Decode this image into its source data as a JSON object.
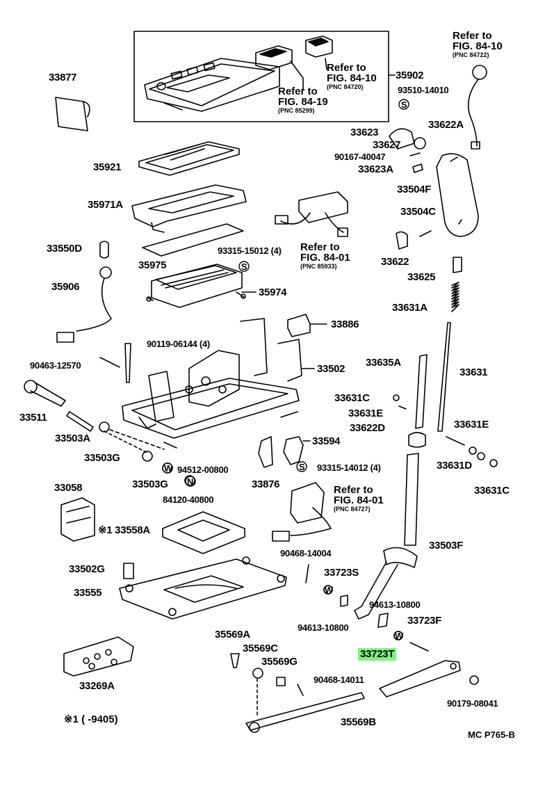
{
  "colors": {
    "highlight": "#7ef57e",
    "line": "#000000"
  },
  "parts": [
    {
      "id": "33877",
      "label": "33877"
    },
    {
      "id": "35902",
      "label": "35902"
    },
    {
      "id": "93510-14010",
      "label": "93510-14010"
    },
    {
      "id": "33623",
      "label": "33623"
    },
    {
      "id": "33622A",
      "label": "33622A"
    },
    {
      "id": "33627",
      "label": "33627"
    },
    {
      "id": "90167-40047",
      "label": "90167-40047"
    },
    {
      "id": "33623A",
      "label": "33623A"
    },
    {
      "id": "35921",
      "label": "35921"
    },
    {
      "id": "35971A",
      "label": "35971A"
    },
    {
      "id": "33504F",
      "label": "33504F"
    },
    {
      "id": "33504C",
      "label": "33504C"
    },
    {
      "id": "33550D",
      "label": "33550D"
    },
    {
      "id": "93315-15012",
      "label": "93315-15012 (4)"
    },
    {
      "id": "33622",
      "label": "33622"
    },
    {
      "id": "35975",
      "label": "35975"
    },
    {
      "id": "35906",
      "label": "35906"
    },
    {
      "id": "35974",
      "label": "35974"
    },
    {
      "id": "33625",
      "label": "33625"
    },
    {
      "id": "33631A",
      "label": "33631A"
    },
    {
      "id": "33886",
      "label": "33886"
    },
    {
      "id": "90119-06144",
      "label": "90119-06144 (4)"
    },
    {
      "id": "90463-12570",
      "label": "90463-12570"
    },
    {
      "id": "33502",
      "label": "33502"
    },
    {
      "id": "33635A",
      "label": "33635A"
    },
    {
      "id": "33631",
      "label": "33631"
    },
    {
      "id": "33511",
      "label": "33511"
    },
    {
      "id": "33631C-top",
      "label": "33631C"
    },
    {
      "id": "33631E-left",
      "label": "33631E"
    },
    {
      "id": "33503A",
      "label": "33503A"
    },
    {
      "id": "33622D",
      "label": "33622D"
    },
    {
      "id": "33631E-right",
      "label": "33631E"
    },
    {
      "id": "33594",
      "label": "33594"
    },
    {
      "id": "33503G-left",
      "label": "33503G"
    },
    {
      "id": "93315-14012",
      "label": "93315-14012 (4)"
    },
    {
      "id": "33631D",
      "label": "33631D"
    },
    {
      "id": "94512-00800",
      "label": "94512-00800"
    },
    {
      "id": "33503G-bottom",
      "label": "33503G"
    },
    {
      "id": "33876",
      "label": "33876"
    },
    {
      "id": "33631C-bottom",
      "label": "33631C"
    },
    {
      "id": "84120-40800",
      "label": "84120-40800"
    },
    {
      "id": "33058",
      "label": "33058"
    },
    {
      "id": "33558A",
      "label": "※1 33558A"
    },
    {
      "id": "33503F",
      "label": "33503F"
    },
    {
      "id": "90468-14004",
      "label": "90468-14004"
    },
    {
      "id": "33502G",
      "label": "33502G"
    },
    {
      "id": "33723S",
      "label": "33723S"
    },
    {
      "id": "33555",
      "label": "33555"
    },
    {
      "id": "94613-10800-right",
      "label": "94613-10800"
    },
    {
      "id": "33723F",
      "label": "33723F"
    },
    {
      "id": "94613-10800-left",
      "label": "94613-10800"
    },
    {
      "id": "35569A",
      "label": "35569A"
    },
    {
      "id": "33723T",
      "label": "33723T"
    },
    {
      "id": "35569C",
      "label": "35569C"
    },
    {
      "id": "35569G",
      "label": "35569G"
    },
    {
      "id": "33269A",
      "label": "33269A"
    },
    {
      "id": "90468-14011",
      "label": "90468-14011"
    },
    {
      "id": "90179-08041",
      "label": "90179-08041"
    },
    {
      "id": "35569B",
      "label": "35569B"
    }
  ],
  "references": [
    {
      "id": "ref-84-10-top",
      "refer": "Refer to",
      "fig": "FIG. 84-10",
      "pnc": "(PNC 84722)"
    },
    {
      "id": "ref-84-10-box",
      "refer": "Refer to",
      "fig": "FIG. 84-10",
      "pnc": "(PNC 84720)"
    },
    {
      "id": "ref-84-19",
      "refer": "Refer to",
      "fig": "FIG. 84-19",
      "pnc": "(PNC 85299)"
    },
    {
      "id": "ref-84-01-top",
      "refer": "Refer to",
      "fig": "FIG. 84-01",
      "pnc": "(PNC 85933)"
    },
    {
      "id": "ref-84-01-mid",
      "refer": "Refer to",
      "fig": "FIG. 84-01",
      "pnc": "(PNC 84727)"
    }
  ],
  "highlighted_part": "33723T",
  "footnote": "※1 (     -9405)",
  "drawing_code": "MC P765-B",
  "symbols": {
    "s": "S",
    "w": "W",
    "n": "N"
  }
}
